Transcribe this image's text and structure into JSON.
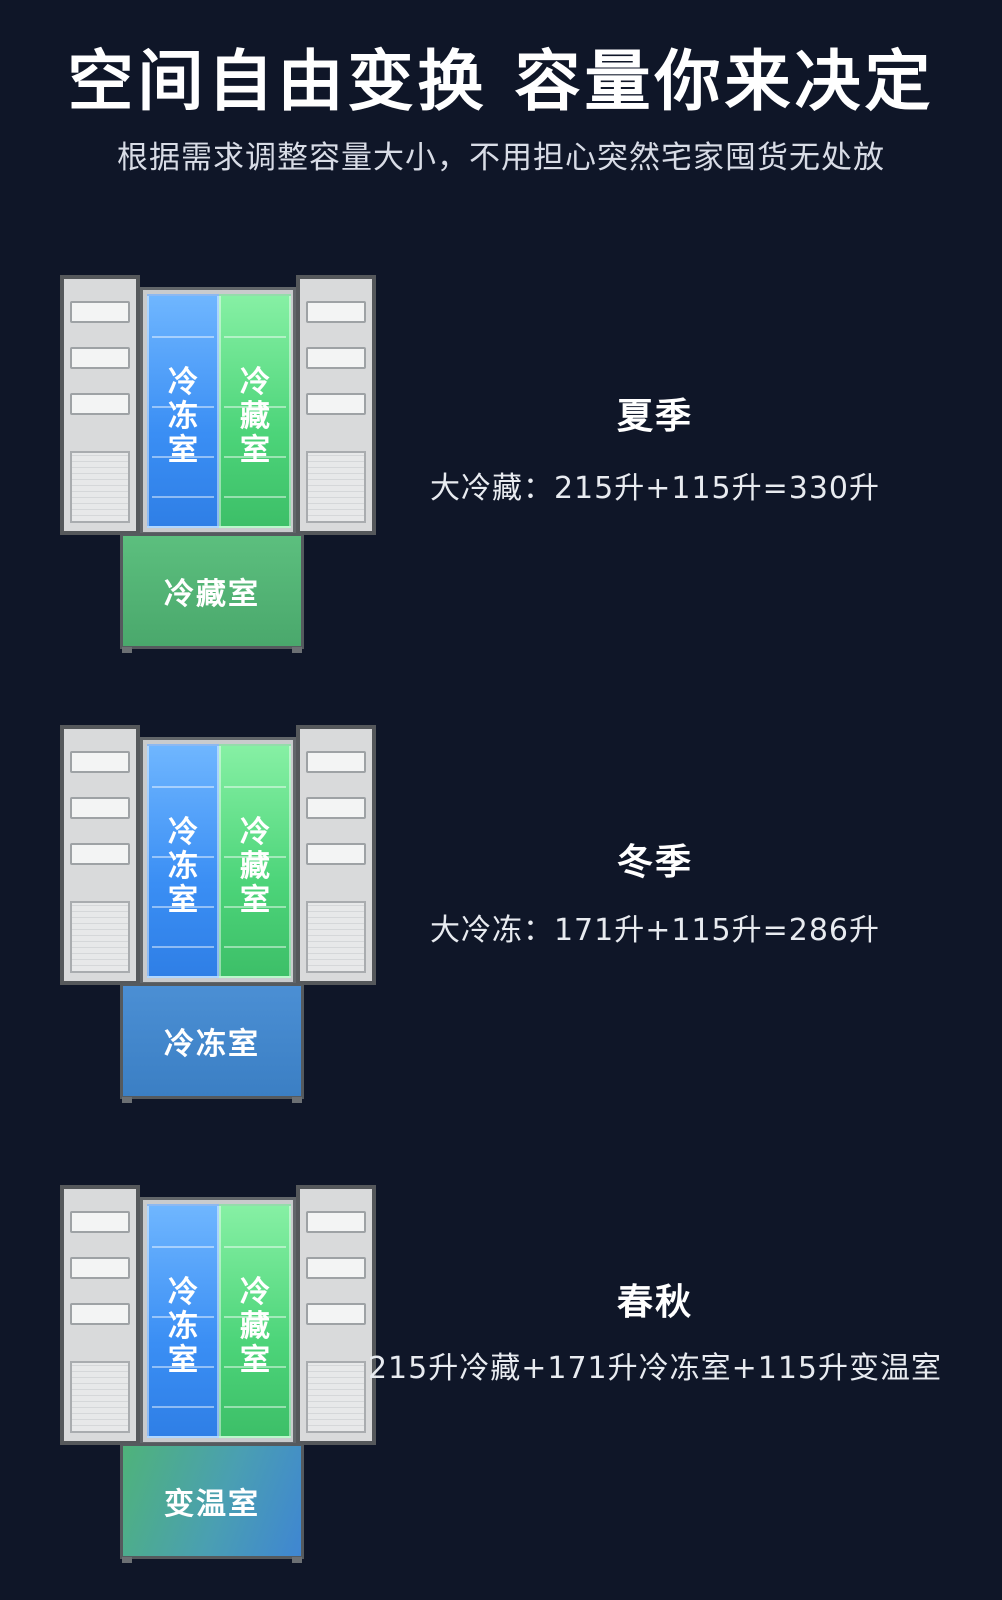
{
  "header": {
    "title": "空间自由变换 容量你来决定",
    "subtitle": "根据需求调整容量大小，不用担心突然宅家囤货无处放"
  },
  "compartment_labels": {
    "freezer": "冷冻室",
    "fridge": "冷藏室"
  },
  "sections": [
    {
      "season": "夏季",
      "description": "大冷藏：215升+115升=330升",
      "drawer_label": "冷藏室",
      "drawer_color": "#5cbf7e"
    },
    {
      "season": "冬季",
      "description": "大冷冻：171升+115升=286升",
      "drawer_label": "冷冻室",
      "drawer_color": "#4b8fd4"
    },
    {
      "season": "春秋",
      "description": "215升冷藏+171升冷冻室+115升变温室",
      "drawer_label": "变温室",
      "drawer_color": "#4a9fb2"
    }
  ]
}
